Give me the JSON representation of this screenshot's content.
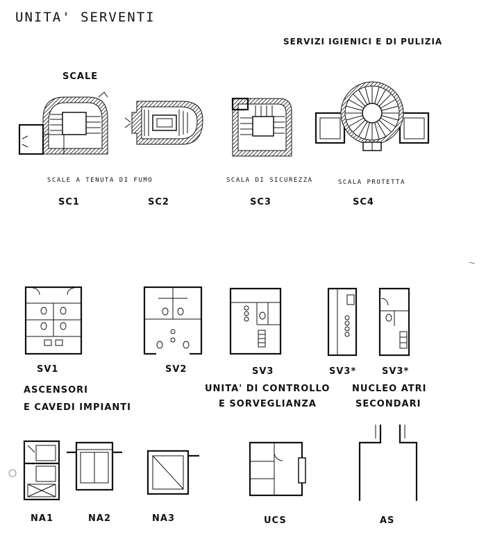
{
  "title": "UNITA' SERVENTI",
  "sections": {
    "scale": "SCALE",
    "servizi": "SERVIZI IGIENICI E DI PULIZIA",
    "ascensori_1": "ASCENSORI",
    "ascensori_2": "E CAVEDI IMPIANTI",
    "ucs_1": "UNITA' DI CONTROLLO",
    "ucs_2": "E SORVEGLIANZA",
    "nucleo_1": "NUCLEO ATRI",
    "nucleo_2": "SECONDARI"
  },
  "captions": {
    "sc1": "SCALE A TENUTA DI FUMO",
    "sc3": "SCALA DI SICUREZZA",
    "sc4": "SCALA PROTETTA"
  },
  "codes": {
    "sc1": "SC1",
    "sc2": "SC2",
    "sc3": "SC3",
    "sc4": "SC4",
    "sv1": "SV1",
    "sv2": "SV2",
    "sv3": "SV3",
    "sv3a": "SV3*",
    "sv3b": "SV3*",
    "na1": "NA1",
    "na2": "NA2",
    "na3": "NA3",
    "ucs": "UCS",
    "as": "AS"
  }
}
